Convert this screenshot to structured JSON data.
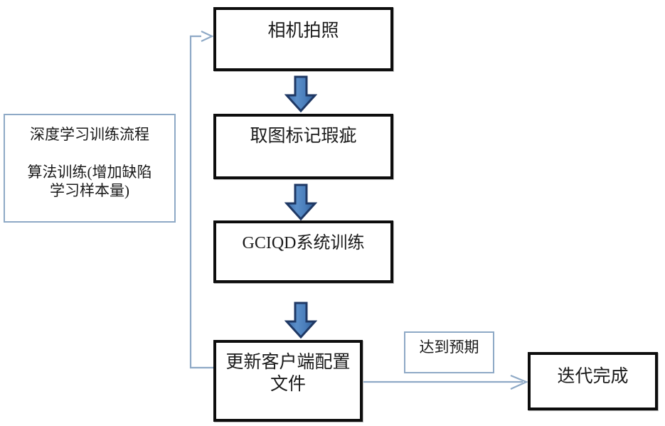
{
  "diagram": {
    "title_text": "深度学习训练流程",
    "nodes": {
      "process_note": "深度学习训练流程\n\n算法训练(增加缺陷\n学习样本量)",
      "camera": "相机拍照",
      "mark": "取图标记瑕疵",
      "train": "GCIQD系统训练",
      "update": "更新客户端配置\n文件",
      "expect": "达到预期",
      "done": "迭代完成"
    },
    "icons": {
      "arrow_down_1": "arrow-down-block-icon",
      "arrow_down_2": "arrow-down-block-icon",
      "arrow_down_3": "arrow-down-block-icon",
      "arrow_right": "arrow-right-line-icon",
      "arrow_feedback": "arrow-feedback-loop-icon"
    },
    "colors": {
      "box_border_thick": "#0d0d0d",
      "box_border_thin": "#8ea9c6",
      "arrow_fill": "#4a7ebb",
      "arrow_fill_dark": "#2f5c93",
      "arrow_stroke": "#1f3864",
      "connector_line": "#8ea9c6",
      "background": "#ffffff",
      "text": "#1a1a1a"
    }
  }
}
